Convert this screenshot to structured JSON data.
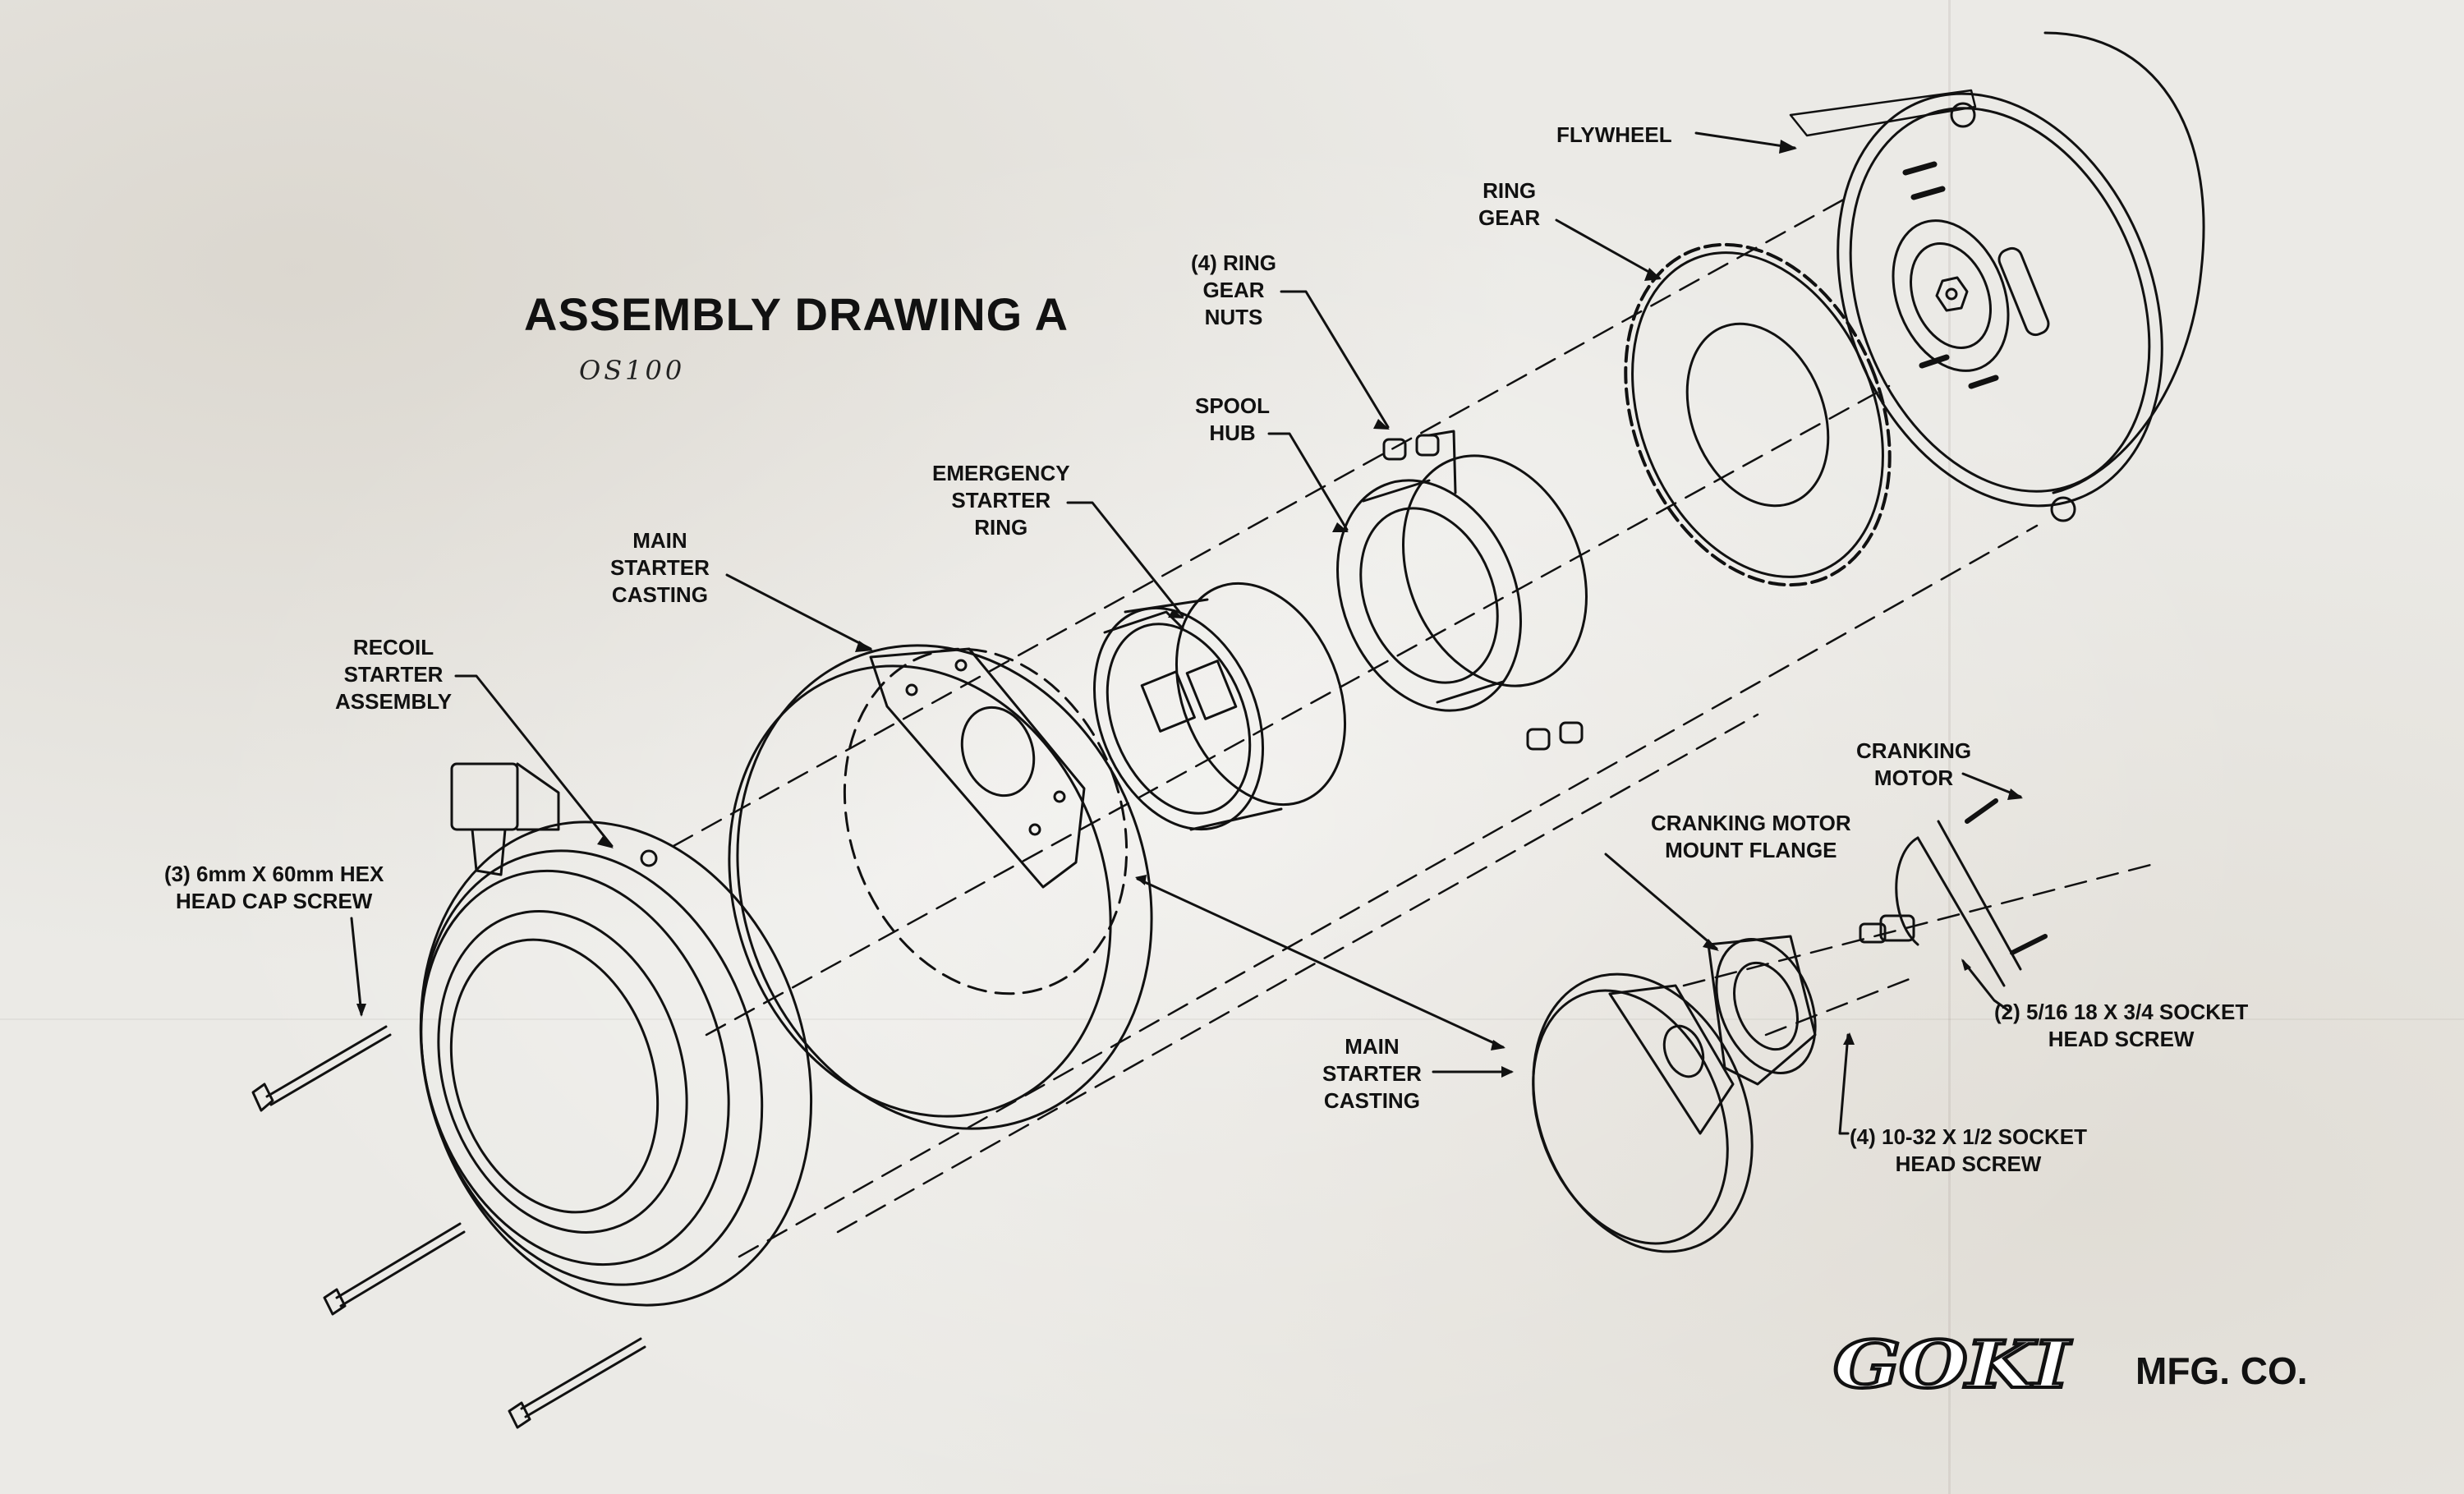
{
  "title": "ASSEMBLY DRAWING A",
  "handwritten_note": "OS100",
  "brand": {
    "logo_text": "GOKI",
    "suffix": "MFG. CO."
  },
  "labels": {
    "flywheel": "FLYWHEEL",
    "ring_gear": "RING\nGEAR",
    "ring_gear_nuts": "(4) RING\nGEAR\nNUTS",
    "spool_hub": "SPOOL\nHUB",
    "emergency_starter_ring": "EMERGENCY\nSTARTER\nRING",
    "main_starter_casting_top": "MAIN\nSTARTER\nCASTING",
    "recoil_starter_assembly": "RECOIL\nSTARTER\nASSEMBLY",
    "hex_head_cap_screw": "(3) 6mm X 60mm HEX\nHEAD CAP SCREW",
    "cranking_motor": "CRANKING\nMOTOR",
    "cranking_motor_mount_flange": "CRANKING MOTOR\nMOUNT FLANGE",
    "socket_head_screw_5_16": "(2) 5/16 18 X 3/4 SOCKET\nHEAD SCREW",
    "main_starter_casting_bottom": "MAIN\nSTARTER\nCASTING",
    "socket_head_screw_10_32": "(4) 10-32 X 1/2 SOCKET\nHEAD SCREW"
  },
  "colors": {
    "ink": "#111111",
    "paper": "#ebeae6"
  }
}
